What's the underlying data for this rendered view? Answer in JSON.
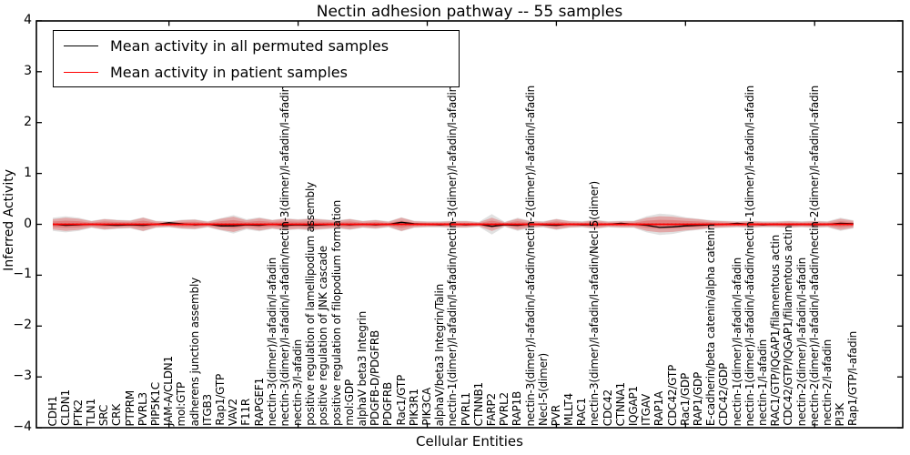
{
  "chart_data": {
    "type": "line",
    "title": "Nectin adhesion pathway -- 55 samples",
    "xlabel": "Cellular Entities",
    "ylabel": "Inferred Activity",
    "ylim": [
      -4,
      4
    ],
    "yticks": [
      4,
      3,
      2,
      1,
      0,
      -1,
      -2,
      -3,
      -4
    ],
    "x_major_ticks": [
      10,
      20,
      30,
      40,
      50,
      60
    ],
    "grid": false,
    "legend_position": "upper left",
    "zero_line": {
      "style": "dotted",
      "color": "#000000",
      "y": 0
    },
    "categories": [
      "CDH1",
      "CLDN1",
      "PTK2",
      "TLN1",
      "SRC",
      "CRK",
      "PTPRM",
      "PVRL3",
      "PIP5K1C",
      "JAM-A/CLDN1",
      "mol:GTP",
      "adherens junction assembly",
      "ITGB3",
      "Rap1/GTP",
      "VAV2",
      "F11R",
      "RAPGEF1",
      "nectin-3(dimer)/l-afadin/l-afadin",
      "nectin-3(dimer)/l-afadin/l-afadin/nectin-3(dimer)/l-afadin/l-afadin",
      "nectin-3/l-afadin",
      "positive regulation of lamellipodium assembly",
      "positive regulation of JNK cascade",
      "positive regulation of filopodium formation",
      "mol:GDP",
      "alphaV beta3 Integrin",
      "PDGFB-D/PDGFRB",
      "PDGFRB",
      "Rac1/GTP",
      "PIK3R1",
      "PIK3CA",
      "alphaV/beta3 Integrin/Talin",
      "nectin-1(dimer)/l-afadin/l-afadin/nectin-3(dimer)/l-afadin/l-afadin",
      "PVRL1",
      "CTNNB1",
      "FARP2",
      "PVRL2",
      "RAP1B",
      "nectin-3(dimer)/l-afadin/l-afadin/nectin-2(dimer)/l-afadin/l-afadin",
      "Necl-5(dimer)",
      "PVR",
      "MLLT4",
      "RAC1",
      "nectin-3(dimer)/l-afadin/l-afadin/Necl-5(dimer)",
      "CDC42",
      "CTNNA1",
      "IQGAP1",
      "ITGAV",
      "RAP1A",
      "CDC42/GTP",
      "Rac1/GDP",
      "RAP1/GDP",
      "E-cadherin/beta catenin/alpha catenin",
      "CDC42/GDP",
      "nectin-1(dimer)/l-afadin/l-afadin",
      "nectin-1(dimer)/l-afadin/l-afadin/nectin-1(dimer)/l-afadin/l-afadin",
      "nectin-1/l-afadin",
      "RAC1/GTP/IQGAP1/filamentous actin",
      "CDC42/GTP/IQGAP1/filamentous actin",
      "nectin-2(dimer)/l-afadin/l-afadin",
      "nectin-2(dimer)/l-afadin/l-afadin/nectin-2(dimer)/l-afadin/l-afadin",
      "nectin-2/l-afadin",
      "PI3K",
      "Rap1/GTP/l-afadin"
    ],
    "series": [
      {
        "name": "Mean activity in all permuted samples",
        "color": "#000000",
        "style": "solid",
        "values": [
          0,
          -0.02,
          -0.01,
          0,
          -0.01,
          -0.02,
          -0.01,
          -0.02,
          0,
          0.03,
          0.01,
          -0.01,
          0,
          -0.03,
          -0.03,
          -0.01,
          -0.02,
          0,
          -0.02,
          -0.01,
          -0.02,
          -0.01,
          0,
          -0.01,
          0,
          -0.01,
          0,
          0.04,
          0.01,
          0,
          -0.01,
          0,
          -0.01,
          0,
          -0.04,
          -0.01,
          -0.02,
          0,
          -0.01,
          -0.02,
          0,
          -0.01,
          -0.01,
          0,
          0.02,
          0,
          -0.02,
          -0.06,
          -0.05,
          -0.03,
          -0.02,
          -0.01,
          0,
          0.02,
          0,
          -0.01,
          0,
          -0.01,
          0,
          -0.01,
          0,
          0.02,
          0.01
        ]
      },
      {
        "name": "Mean activity in patient samples",
        "color": "#ff0000",
        "style": "solid",
        "values": [
          0,
          0,
          0,
          0,
          0,
          0,
          0,
          0,
          0,
          0,
          0,
          0,
          0,
          0,
          0,
          0,
          0,
          0,
          0,
          0,
          0,
          0,
          0,
          0,
          0,
          0,
          0,
          0,
          0,
          0,
          0,
          0,
          0,
          0,
          0,
          0,
          0,
          0,
          0,
          0,
          0,
          0,
          0,
          0,
          0,
          0,
          0,
          0,
          0,
          0,
          0,
          0,
          0,
          0,
          0,
          0,
          0,
          0,
          0,
          0,
          0,
          0,
          0
        ]
      }
    ],
    "bands": [
      {
        "name": "permuted-samples-spread",
        "color": "#a8a8a8",
        "opacity": 0.35,
        "center": 0,
        "half_widths": [
          0.13,
          0.16,
          0.13,
          0.07,
          0.11,
          0.09,
          0.08,
          0.14,
          0.07,
          0.06,
          0.09,
          0.1,
          0.06,
          0.12,
          0.18,
          0.1,
          0.14,
          0.09,
          0.12,
          0.1,
          0.12,
          0.1,
          0.08,
          0.11,
          0.07,
          0.09,
          0.06,
          0.14,
          0.07,
          0.06,
          0.06,
          0.07,
          0.07,
          0.05,
          0.2,
          0.05,
          0.13,
          0.07,
          0.06,
          0.11,
          0.07,
          0.06,
          0.09,
          0.06,
          0.07,
          0.07,
          0.16,
          0.21,
          0.19,
          0.14,
          0.11,
          0.08,
          0.07,
          0.06,
          0.07,
          0.06,
          0.06,
          0.07,
          0.06,
          0.07,
          0.06,
          0.13,
          0.08
        ]
      },
      {
        "name": "patient-samples-spread",
        "color": "#e03030",
        "opacity": 0.33,
        "center": 0,
        "half_widths": [
          0.1,
          0.13,
          0.11,
          0.06,
          0.1,
          0.08,
          0.07,
          0.13,
          0.06,
          0.05,
          0.08,
          0.09,
          0.05,
          0.11,
          0.15,
          0.08,
          0.12,
          0.08,
          0.11,
          0.09,
          0.11,
          0.09,
          0.07,
          0.1,
          0.06,
          0.08,
          0.05,
          0.13,
          0.06,
          0.05,
          0.05,
          0.06,
          0.06,
          0.04,
          0.13,
          0.04,
          0.11,
          0.06,
          0.05,
          0.1,
          0.06,
          0.05,
          0.08,
          0.05,
          0.06,
          0.06,
          0.13,
          0.16,
          0.15,
          0.12,
          0.1,
          0.07,
          0.06,
          0.05,
          0.06,
          0.05,
          0.05,
          0.06,
          0.05,
          0.06,
          0.05,
          0.11,
          0.07
        ]
      }
    ]
  }
}
